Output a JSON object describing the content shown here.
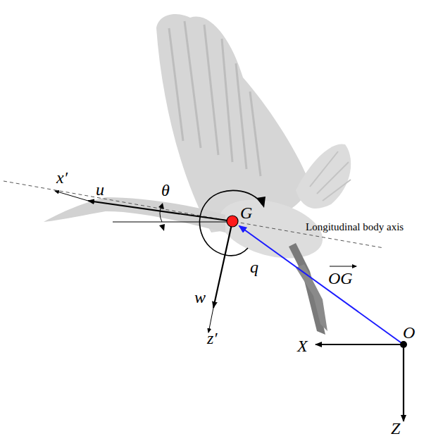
{
  "diagram": {
    "labels": [
      "x′",
      "u",
      "θ",
      "G",
      "q",
      "w",
      "z′",
      "Longitudinal body axis",
      "OG",
      "O",
      "X",
      "Z"
    ]
  }
}
